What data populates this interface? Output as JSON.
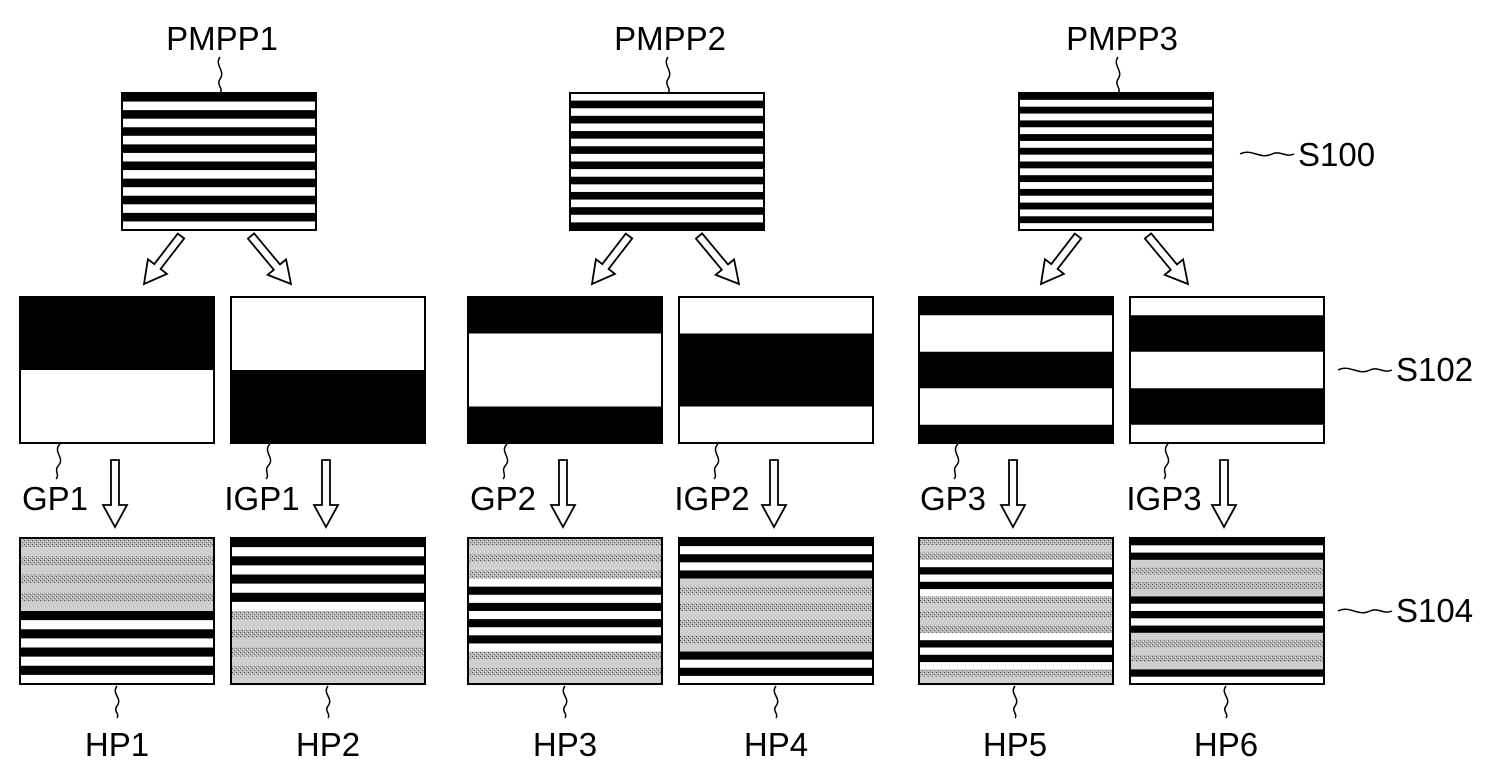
{
  "patterns": [
    {
      "label": "PMPP1"
    },
    {
      "label": "PMPP2"
    },
    {
      "label": "PMPP3"
    }
  ],
  "gray_patterns": [
    {
      "label": "GP1"
    },
    {
      "label": "IGP1"
    },
    {
      "label": "GP2"
    },
    {
      "label": "IGP2"
    },
    {
      "label": "GP3"
    },
    {
      "label": "IGP3"
    }
  ],
  "result_patterns": [
    {
      "label": "HP1"
    },
    {
      "label": "HP2"
    },
    {
      "label": "HP3"
    },
    {
      "label": "HP4"
    },
    {
      "label": "HP5"
    },
    {
      "label": "HP6"
    }
  ],
  "steps": [
    {
      "label": "S100"
    },
    {
      "label": "S102"
    },
    {
      "label": "S104"
    }
  ],
  "colors": {
    "black": "#000000",
    "white": "#ffffff",
    "gray": "#8f8f8f"
  }
}
